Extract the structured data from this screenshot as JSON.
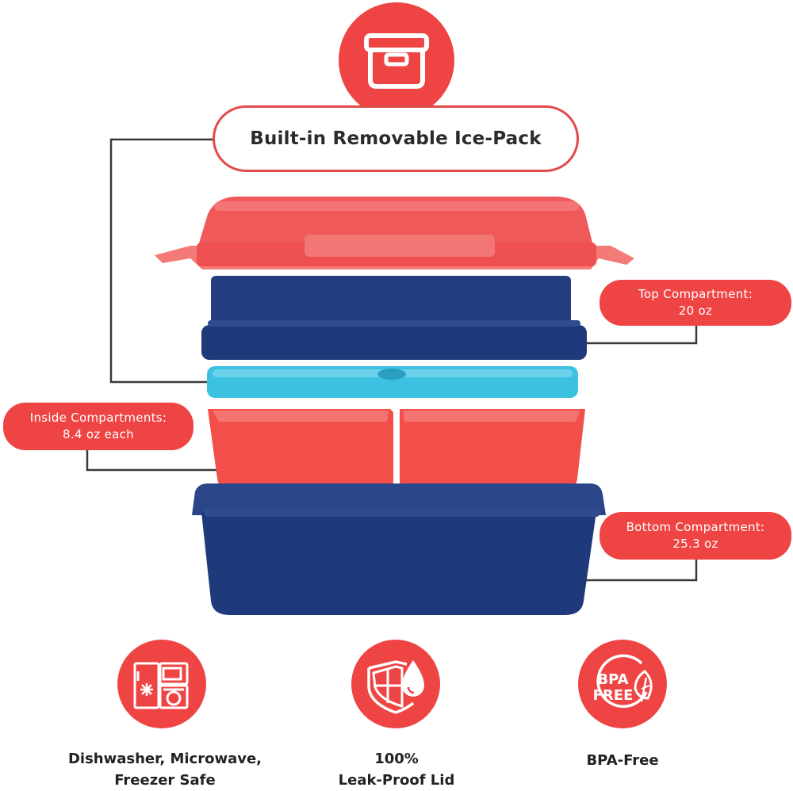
{
  "colors": {
    "accent": "#ef4444",
    "lid": "#f0595a",
    "navy": "#1f3a7a",
    "ice": "#3cc2e0",
    "coral": "#f24e4a",
    "line": "#3a3a3a"
  },
  "top_icon": "lunchbox-icon",
  "header": {
    "title": "Built-in Removable Ice-Pack"
  },
  "callouts": {
    "top": {
      "line1": "Top Compartment:",
      "line2": "20 oz"
    },
    "inside": {
      "line1": "Inside Compartments:",
      "line2": "8.4 oz each"
    },
    "bottom": {
      "line1": "Bottom Compartment:",
      "line2": "25.3 oz"
    }
  },
  "features": [
    {
      "icon": "appliances-icon",
      "line1": "Dishwasher, Microwave,",
      "line2": "Freezer Safe"
    },
    {
      "icon": "leak-proof-shield-icon",
      "line1": "100%",
      "line2": "Leak-Proof Lid"
    },
    {
      "icon": "bpa-free-icon",
      "badge1": "BPA",
      "badge2": "FREE",
      "line1": "BPA-Free",
      "line2": ""
    }
  ]
}
